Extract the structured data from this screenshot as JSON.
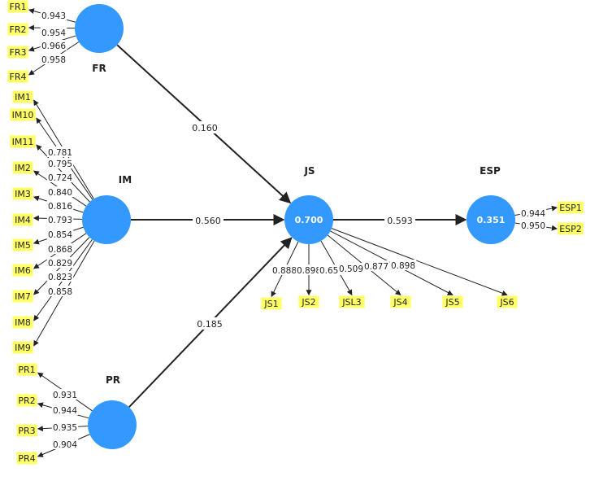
{
  "colors": {
    "construct_fill": "#3399ff",
    "indicator_fill": "#ffff66",
    "line": "#222222",
    "label_bg": "#ffffff"
  },
  "constructs": [
    {
      "id": "FR",
      "label": "FR",
      "r2": ""
    },
    {
      "id": "IM",
      "label": "IM",
      "r2": ""
    },
    {
      "id": "PR",
      "label": "PR",
      "r2": ""
    },
    {
      "id": "JS",
      "label": "JS",
      "r2": "0.700"
    },
    {
      "id": "ESP",
      "label": "ESP",
      "r2": "0.351"
    }
  ],
  "paths": [
    {
      "from": "FR",
      "to": "JS",
      "coef": "0.160"
    },
    {
      "from": "IM",
      "to": "JS",
      "coef": "0.560"
    },
    {
      "from": "PR",
      "to": "JS",
      "coef": "0.185"
    },
    {
      "from": "JS",
      "to": "ESP",
      "coef": "0.593"
    }
  ],
  "indicators": {
    "FR": [
      {
        "label": "FR1",
        "loading": "0.943"
      },
      {
        "label": "FR2",
        "loading": "0.954"
      },
      {
        "label": "FR3",
        "loading": "0.966"
      },
      {
        "label": "FR4",
        "loading": "0.958"
      }
    ],
    "IM": [
      {
        "label": "IM1",
        "loading": "0.781"
      },
      {
        "label": "IM10",
        "loading": "0.795"
      },
      {
        "label": "IM11",
        "loading": "0.724"
      },
      {
        "label": "IM2",
        "loading": "0.840"
      },
      {
        "label": "IM3",
        "loading": "0.816"
      },
      {
        "label": "IM4",
        "loading": "0.793"
      },
      {
        "label": "IM5",
        "loading": "0.854"
      },
      {
        "label": "IM6",
        "loading": "0.868"
      },
      {
        "label": "IM7",
        "loading": "0.829"
      },
      {
        "label": "IM8",
        "loading": "0.823"
      },
      {
        "label": "IM9",
        "loading": "0.858"
      }
    ],
    "PR": [
      {
        "label": "PR1",
        "loading": "0.931"
      },
      {
        "label": "PR2",
        "loading": "0.944"
      },
      {
        "label": "PR3",
        "loading": "0.935"
      },
      {
        "label": "PR4",
        "loading": "0.904"
      }
    ],
    "JS": [
      {
        "label": "JS1",
        "loading": "0.888"
      },
      {
        "label": "JS2",
        "loading": "0.898"
      },
      {
        "label": "JSL3",
        "loading": "0.651"
      },
      {
        "label": "JS4",
        "loading": "0.509"
      },
      {
        "label": "JS5",
        "loading": "0.877"
      },
      {
        "label": "JS6",
        "loading": "0.898"
      }
    ],
    "ESP": [
      {
        "label": "ESP1",
        "loading": "0.944"
      },
      {
        "label": "ESP2",
        "loading": "0.950"
      }
    ]
  }
}
